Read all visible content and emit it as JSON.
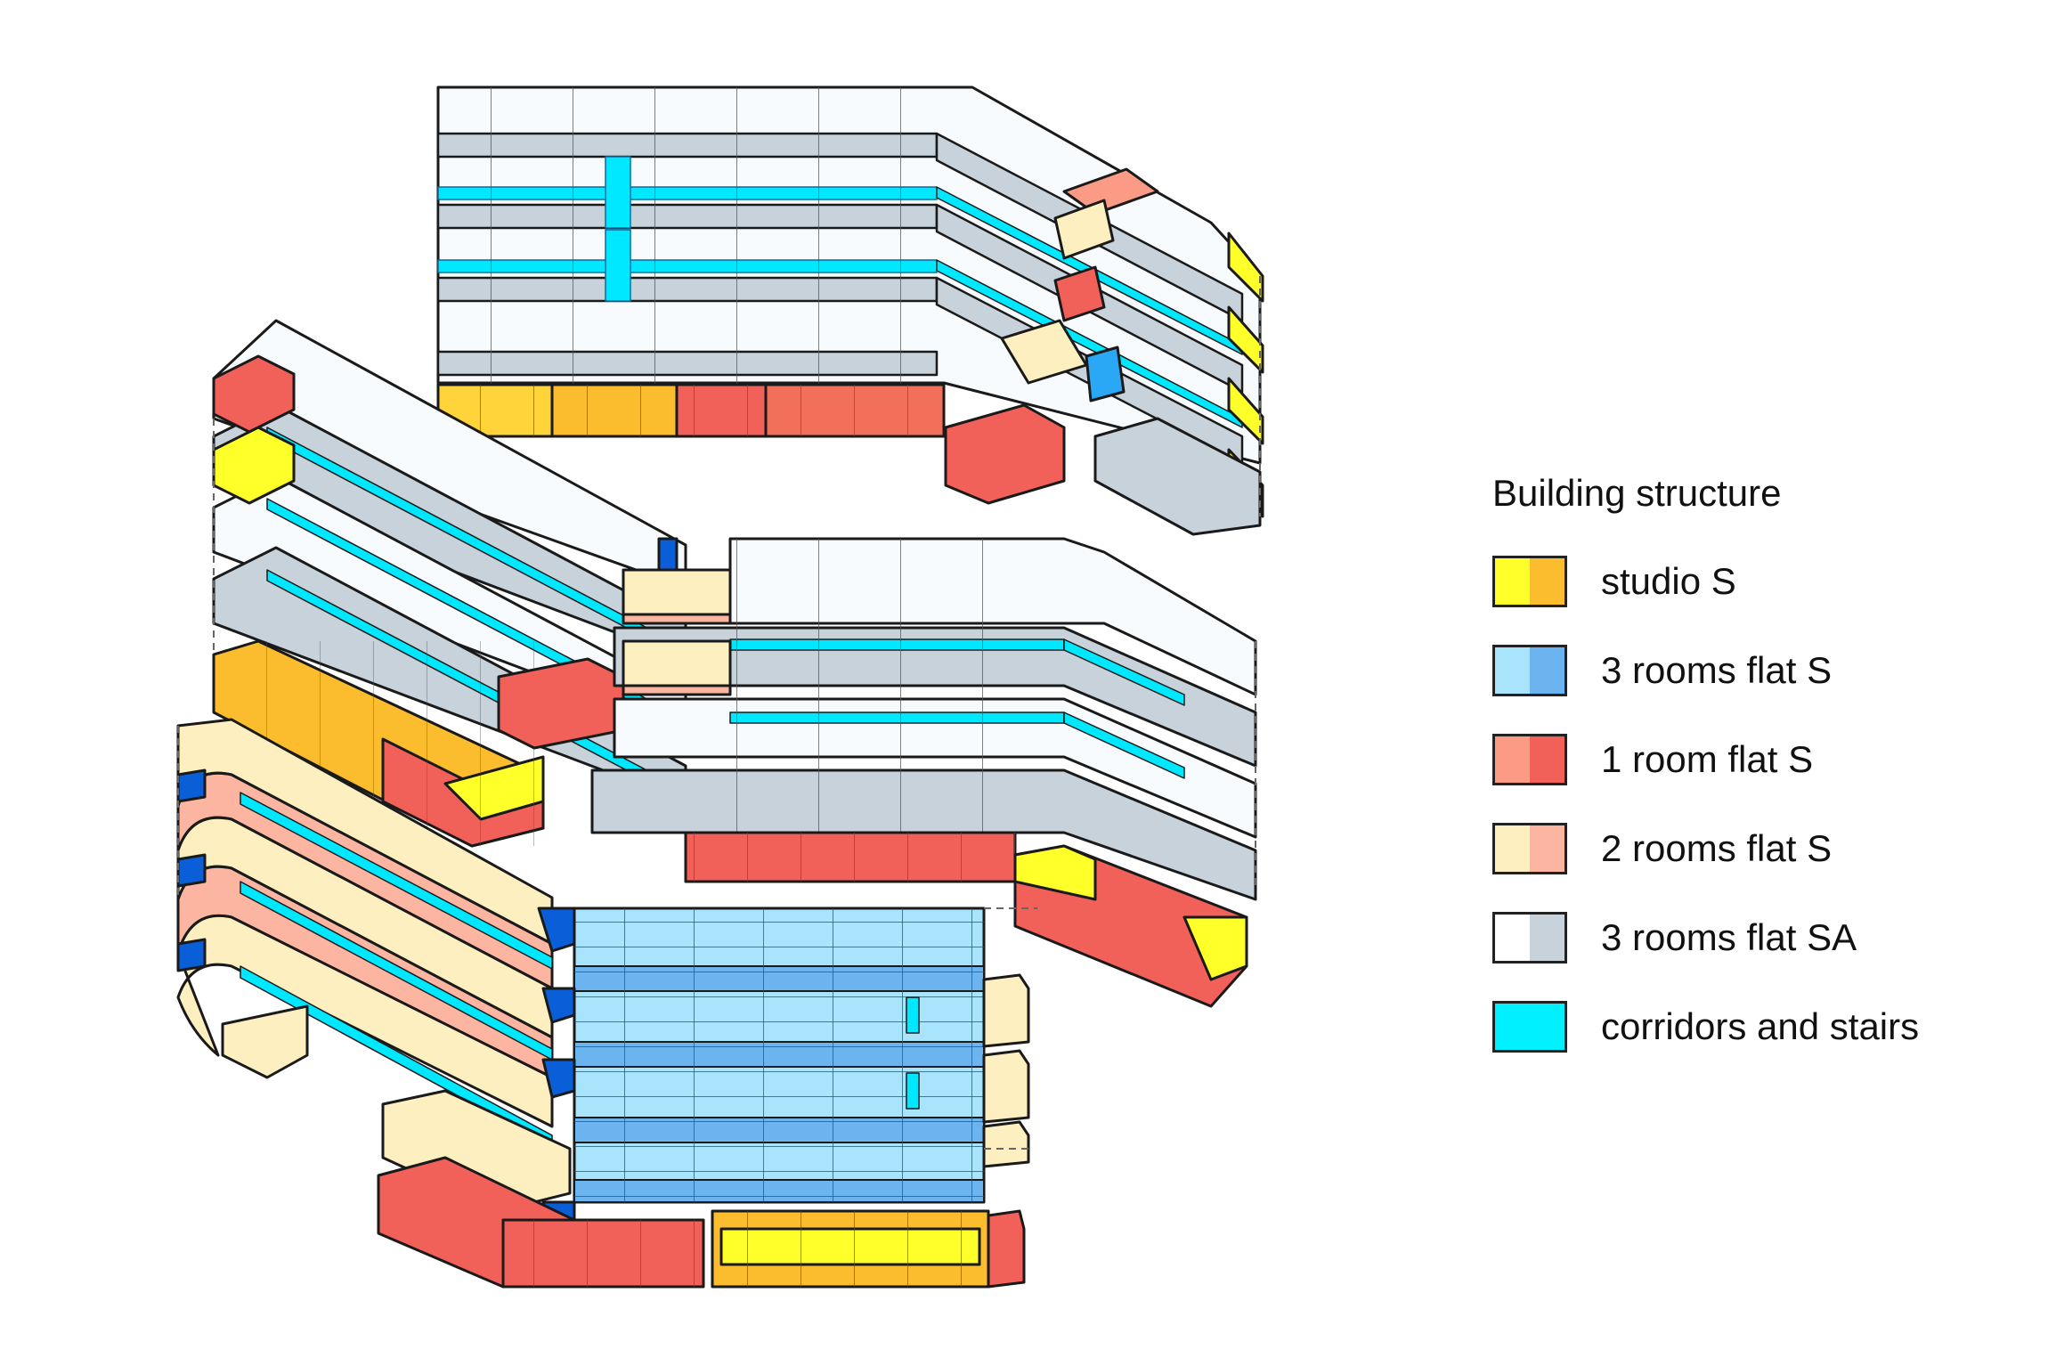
{
  "legend": {
    "title": "Building structure",
    "items": [
      {
        "label": "studio S",
        "colors": [
          "#ffff2a",
          "#fbbd2e"
        ]
      },
      {
        "label": "3 rooms flat S",
        "colors": [
          "#a8e4fb",
          "#6bb4f0"
        ]
      },
      {
        "label": "1 room flat S",
        "colors": [
          "#fb9a85",
          "#f2605a"
        ]
      },
      {
        "label": "2 rooms flat S",
        "colors": [
          "#fdefc0",
          "#fbb5a0"
        ]
      },
      {
        "label": "3 rooms flat SA",
        "colors": [
          "#ffffff",
          "#c8d2da"
        ]
      },
      {
        "label": "corridors and stairs",
        "colors": [
          "#00f0ff",
          "#00f0ff"
        ]
      }
    ]
  },
  "palette": {
    "outline": "#1a1a1a",
    "sa_light": "#f7fbfd",
    "sa_dark": "#c8d2da",
    "corridor": "#00e8ff",
    "stair_dark": "#0a5fd8"
  }
}
